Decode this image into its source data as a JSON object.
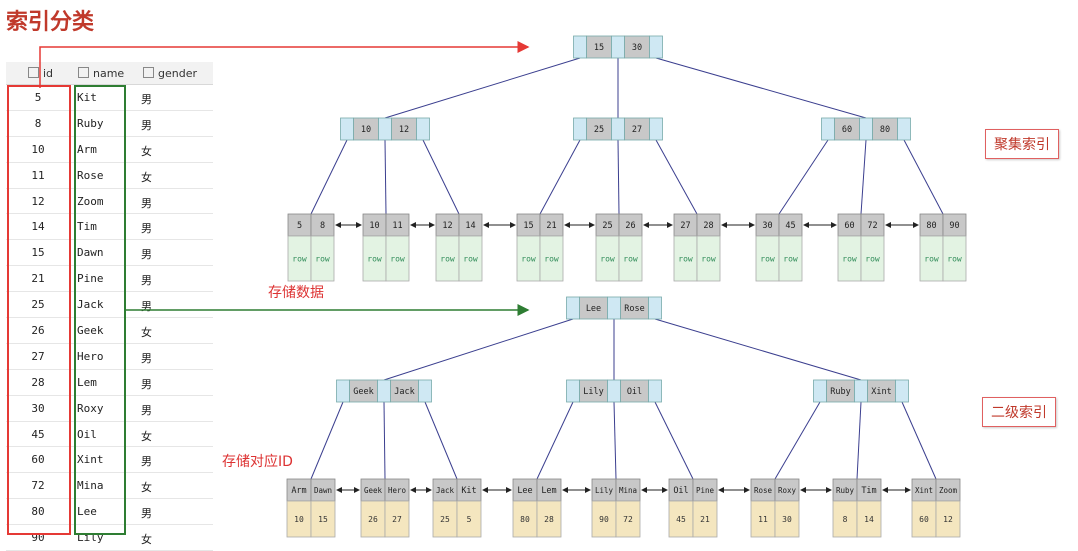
{
  "title": "索引分类",
  "table": {
    "headers": [
      "id",
      "name",
      "gender"
    ],
    "rows": [
      [
        "5",
        "Kit",
        "男"
      ],
      [
        "8",
        "Ruby",
        "男"
      ],
      [
        "10",
        "Arm",
        "女"
      ],
      [
        "11",
        "Rose",
        "女"
      ],
      [
        "12",
        "Zoom",
        "男"
      ],
      [
        "14",
        "Tim",
        "男"
      ],
      [
        "15",
        "Dawn",
        "男"
      ],
      [
        "21",
        "Pine",
        "男"
      ],
      [
        "25",
        "Jack",
        "男"
      ],
      [
        "26",
        "Geek",
        "女"
      ],
      [
        "27",
        "Hero",
        "男"
      ],
      [
        "28",
        "Lem",
        "男"
      ],
      [
        "30",
        "Roxy",
        "男"
      ],
      [
        "45",
        "Oil",
        "女"
      ],
      [
        "60",
        "Xint",
        "男"
      ],
      [
        "72",
        "Mina",
        "女"
      ],
      [
        "80",
        "Lee",
        "男"
      ],
      [
        "90",
        "Lily",
        "女"
      ]
    ]
  },
  "labels": {
    "clustered": "聚集索引",
    "secondary": "二级索引",
    "store_data": "存储数据",
    "store_id": "存储对应ID"
  },
  "clustered_tree": {
    "root": [
      "15",
      "30"
    ],
    "internal": [
      [
        "10",
        "12"
      ],
      [
        "25",
        "27"
      ],
      [
        "60",
        "80"
      ]
    ],
    "leaves": [
      [
        "5",
        "8"
      ],
      [
        "10",
        "11"
      ],
      [
        "12",
        "14"
      ],
      [
        "15",
        "21"
      ],
      [
        "25",
        "26"
      ],
      [
        "27",
        "28"
      ],
      [
        "30",
        "45"
      ],
      [
        "60",
        "72"
      ],
      [
        "80",
        "90"
      ]
    ],
    "leaf_value": "row"
  },
  "secondary_tree": {
    "root": [
      "Lee",
      "Rose"
    ],
    "internal": [
      [
        "Geek",
        "Jack"
      ],
      [
        "Lily",
        "Oil"
      ],
      [
        "Ruby",
        "Xint"
      ]
    ],
    "leaves": [
      {
        "keys": [
          "Arm",
          "Dawn"
        ],
        "ids": [
          "10",
          "15"
        ]
      },
      {
        "keys": [
          "Geek",
          "Hero"
        ],
        "ids": [
          "26",
          "27"
        ]
      },
      {
        "keys": [
          "Jack",
          "Kit"
        ],
        "ids": [
          "25",
          "5"
        ]
      },
      {
        "keys": [
          "Lee",
          "Lem"
        ],
        "ids": [
          "80",
          "28"
        ]
      },
      {
        "keys": [
          "Lily",
          "Mina"
        ],
        "ids": [
          "90",
          "72"
        ]
      },
      {
        "keys": [
          "Oil",
          "Pine"
        ],
        "ids": [
          "45",
          "21"
        ]
      },
      {
        "keys": [
          "Rose",
          "Roxy"
        ],
        "ids": [
          "11",
          "30"
        ]
      },
      {
        "keys": [
          "Ruby",
          "Tim"
        ],
        "ids": [
          "8",
          "14"
        ]
      },
      {
        "keys": [
          "Xint",
          "Zoom"
        ],
        "ids": [
          "60",
          "12"
        ]
      }
    ]
  },
  "colors": {
    "accent_red": "#e53935",
    "accent_green": "#2e7d32",
    "node_key": "#c8c8c8",
    "node_ptr": "#cfe8f3",
    "leaf_row": "#e3f3e3",
    "leaf_id": "#f4e6bf",
    "edge": "#3b3f8f"
  }
}
